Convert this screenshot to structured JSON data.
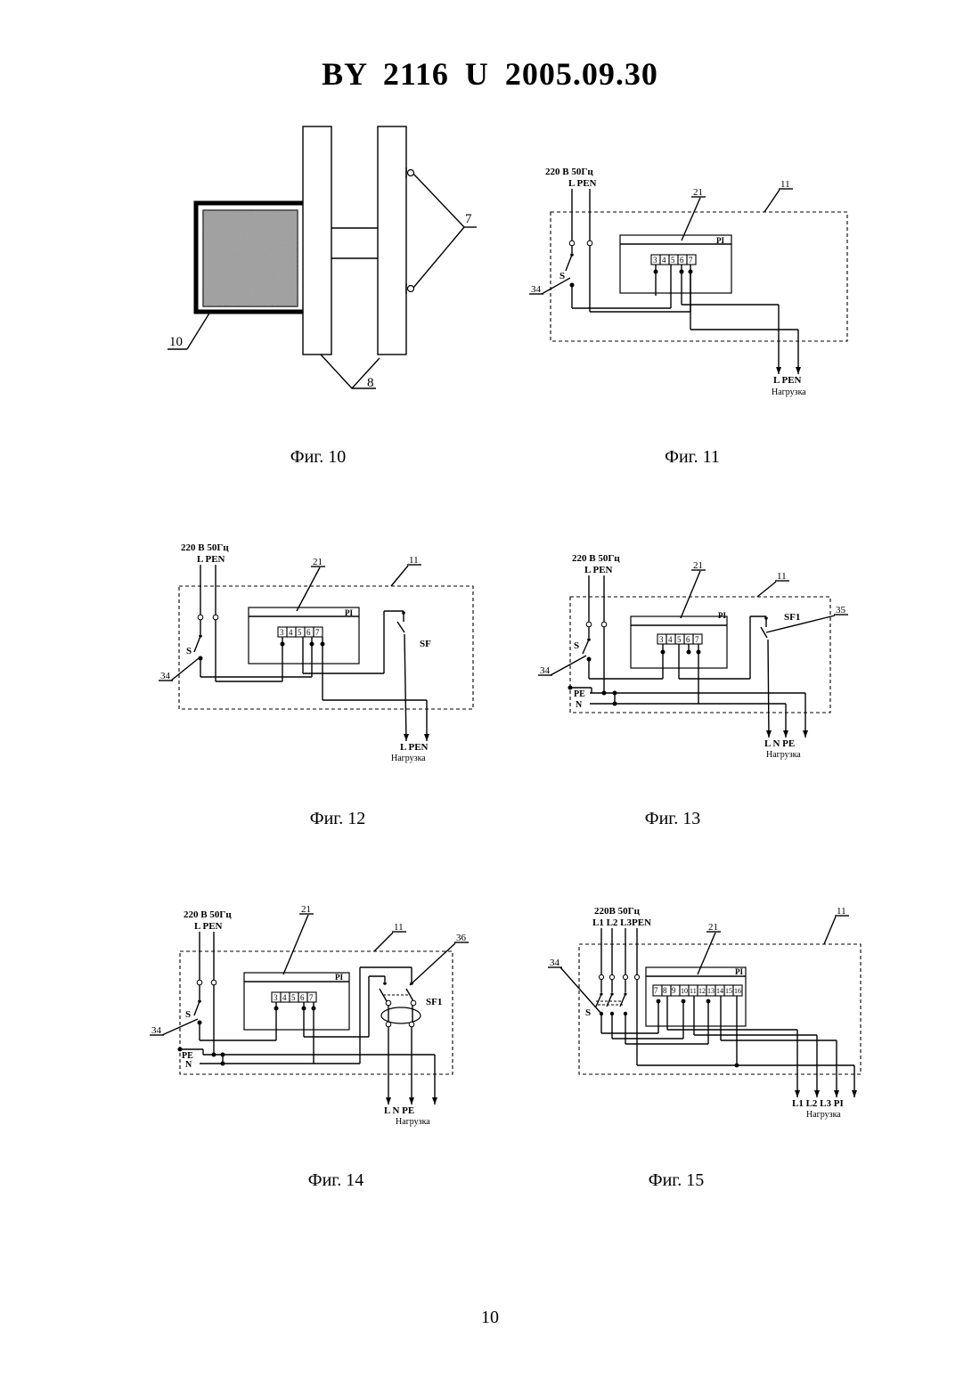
{
  "header": {
    "title": "BY 2116 U 2005.09.30"
  },
  "figures": [
    {
      "id": "fig10",
      "caption": "Фиг. 10",
      "labels": {
        "item_7": "7",
        "item_8": "8",
        "item_10": "10"
      }
    },
    {
      "id": "fig11",
      "caption": "Фиг. 11",
      "labels": {
        "supply": "220 В  50Гц",
        "supply_lines": "L  PEN",
        "item_21": "21",
        "item_11": "11",
        "relay": "PI",
        "terminals": [
          "3",
          "4",
          "5",
          "6",
          "7"
        ],
        "switch": "S",
        "item_34": "34",
        "out_lines": "L  PEN",
        "load": "Нагрузка"
      }
    },
    {
      "id": "fig12",
      "caption": "Фиг. 12",
      "labels": {
        "supply": "220 В  50Гц",
        "supply_lines": "L  PEN",
        "item_21": "21",
        "item_11": "11",
        "relay": "PI",
        "terminals": [
          "3",
          "4",
          "5",
          "6",
          "7"
        ],
        "switch": "S",
        "item_34": "34",
        "breaker": "SF",
        "out_lines": "L  PEN",
        "load": "Нагрузка"
      }
    },
    {
      "id": "fig13",
      "caption": "Фиг. 13",
      "labels": {
        "supply": "220 В  50Гц",
        "supply_lines": "L  PEN",
        "item_21": "21",
        "item_11": "11",
        "item_35": "35",
        "relay": "PI",
        "terminals": [
          "3",
          "4",
          "5",
          "6",
          "7"
        ],
        "switch": "S",
        "item_34": "34",
        "breaker": "SF1",
        "pe": "PE",
        "n": "N",
        "out_lines": "L  N  PE",
        "load": "Нагрузка"
      }
    },
    {
      "id": "fig14",
      "caption": "Фиг. 14",
      "labels": {
        "supply": "220 В  50Гц",
        "supply_lines": "L  PEN",
        "item_21": "21",
        "item_11": "11",
        "item_36": "36",
        "relay": "PI",
        "terminals": [
          "3",
          "4",
          "5",
          "6",
          "7"
        ],
        "switch": "S",
        "item_34": "34",
        "breaker": "SF1",
        "pe": "PE",
        "n": "N",
        "out_lines": "L    N   PE",
        "load": "Нагрузка"
      }
    },
    {
      "id": "fig15",
      "caption": "Фиг. 15",
      "labels": {
        "supply": "220В 50Гц",
        "supply_lines": "L1 L2 L3PEN",
        "item_21": "21",
        "item_11": "11",
        "item_34": "34",
        "relay": "PI",
        "terminals": [
          "7",
          "8",
          "9",
          "10",
          "11",
          "12",
          "13",
          "14",
          "15",
          "16"
        ],
        "switch": "S",
        "out_lines": "L1  L2  L3  PI",
        "load": "Нагрузка"
      }
    }
  ],
  "footer": {
    "page_number": "10"
  }
}
